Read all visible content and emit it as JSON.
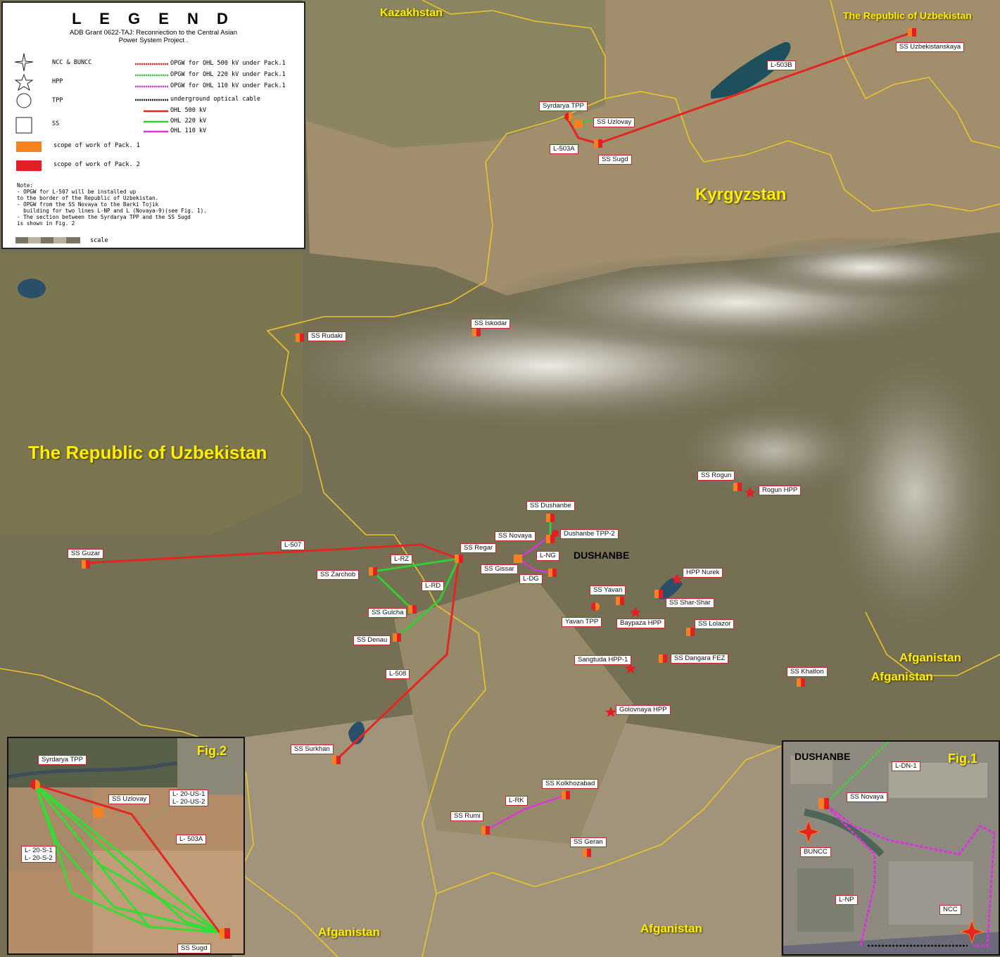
{
  "legend": {
    "title": "L E G E N D",
    "subtitle_1": "ADB Grant 0622-TAJ:  Reconnection to the Central Asian",
    "subtitle_2": "Power System  Project .",
    "symbols": [
      "NCC & BUNCC",
      "HPP",
      "TPP",
      "SS"
    ],
    "scope_1": "scope of work of Pack. 1",
    "scope_2": "scope of work of Pack. 2",
    "lines": [
      {
        "label": "OPGW for OHL 500 kV under Pack.1",
        "color": "#e52620"
      },
      {
        "label": "OPGW for OHL 220 kV under Pack.1",
        "color": "#33cc33"
      },
      {
        "label": "OPGW for OHL 110 kV under Pack.1",
        "color": "#dd33dd"
      },
      {
        "label": "underground optical cable",
        "color": "#222222"
      },
      {
        "label": "OHL 500 kV",
        "color": "#e52620"
      },
      {
        "label": "OHL 220 kV",
        "color": "#33cc33"
      },
      {
        "label": "OHL 110 kV",
        "color": "#dd33dd"
      }
    ],
    "note": "Note:\n- OPGW for L-507 will be installed up\nto the border of the Republic of Uzbekistan.\n- OPGW from the SS Novaya to the Barki Tojik\n  building for two lines L-NP and L (Novaya-9)(see Fig. 1).\n- The section between the Syrdarya TPP and the SS Sugd\nis shown in Fig. 2",
    "scale": "scale",
    "color_pack1": "#f58220",
    "color_pack2": "#e31e24"
  },
  "countries": {
    "kazakhstan": "Kazakhstan",
    "uzbekistan_ne": "The Republic of Uzbekistan",
    "kyrgyzstan": "Kyrgyzstan",
    "uzbekistan_w": "The Republic of Uzbekistan",
    "afganistan_1": "Afganistan",
    "afganistan_2": "Afganistan",
    "afganistan_3": "Afganistan",
    "afganistan_4": "Afganistan"
  },
  "city": "DUSHANBE",
  "stations": {
    "uzbekistanskaya": "SS Uzbekistanskaya",
    "syrdarya": "Syrdarya TPP",
    "uzlovay": "SS Uzlovay",
    "sugd": "SS Sugd",
    "rudaki": "SS Rudaki",
    "iskodar": "SS Iskodar",
    "rogun": "SS Rogun",
    "rogun_hpp": "Rogun HPP",
    "dushanbe": "SS Dushanbe",
    "dushanbe_tpp2": "Dushanbe TPP-2",
    "novaya": "SS Novaya",
    "regar": "SS Regar",
    "gissar": "SS Gissar",
    "guzar": "SS Guzar",
    "zarchob": "SS Zarchob",
    "gulcha": "SS Gulcha",
    "denau": "SS Denau",
    "nurek": "HPP Nurek",
    "yavan": "SS Yavan",
    "sharshar": "SS Shar-Shar",
    "yavan_tpp": "Yavan TPP",
    "baypaza": "Baypaza HPP",
    "lolazor": "SS Lolazor",
    "sangtuda": "Sangtuda HPP-1",
    "dangara": "SS Dangara FEZ",
    "khatlon": "SS Khatlon",
    "golovnaya": "Golovnaya HPP",
    "surkhan": "SS Surkhan",
    "kolkhozabad": "SS Kolkhozabad",
    "rumi": "SS Rumi",
    "geran": "SS Geran"
  },
  "line_labels": {
    "l503b": "L-503B",
    "l503a": "L-503A",
    "l507": "L-507",
    "lrz": "L-RZ",
    "lrd": "L-RD",
    "l508": "L-508",
    "lng": "L-NG",
    "ldg": "L-DG",
    "lrk": "L-RK"
  },
  "fig2": {
    "title": "Fig.2",
    "syrdarya": "Syrdarya TPP",
    "uzlovay": "SS Uzlovay",
    "us1": "L- 20-US-1",
    "us2": "L- 20-US-2",
    "l503a": "L- 503A",
    "s1": "L- 20-S-1",
    "s2": "L- 20-S-2",
    "sugd": "SS Sugd"
  },
  "fig1": {
    "title": "Fig.1",
    "city": "DUSHANBE",
    "ldn1": "L-DN-1",
    "novaya": "SS Novaya",
    "buncc": "BUNCC",
    "lnp": "L-NP",
    "ncc": "NCC"
  }
}
